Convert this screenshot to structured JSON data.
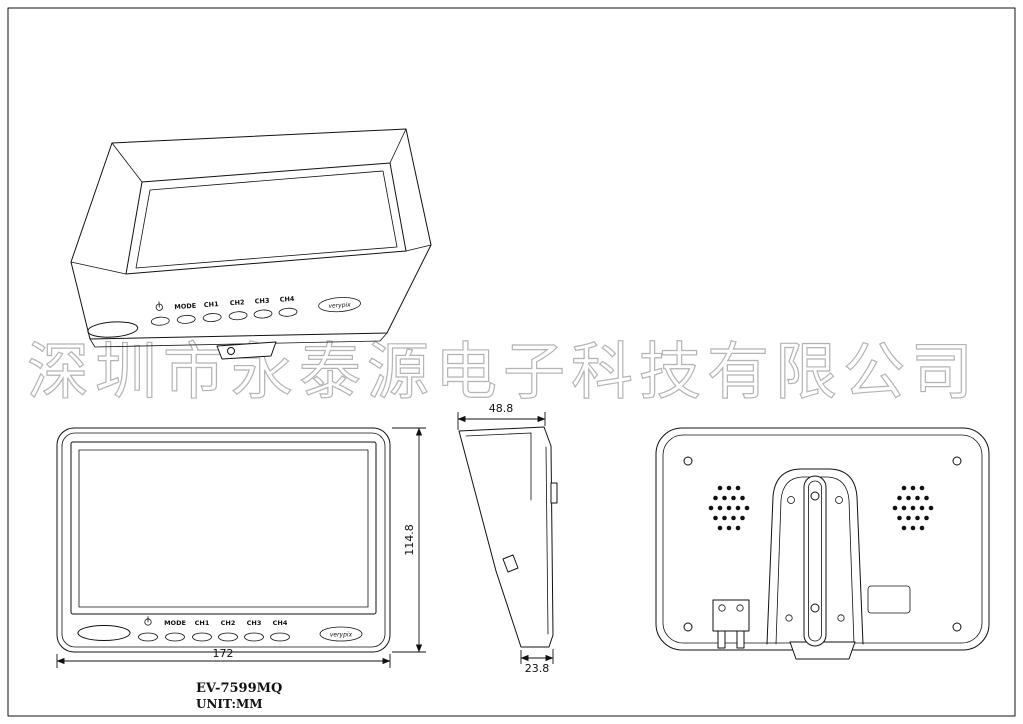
{
  "frame": {
    "watermark": "深圳市永泰源电子科技有限公司"
  },
  "title_block": {
    "model": "EV-7599MQ",
    "unit": "UNIT:MM"
  },
  "dimensions": {
    "front_width": "172",
    "front_height": "114.8",
    "side_depth_top": "48.8",
    "side_depth_bottom": "23.8"
  },
  "front_panel": {
    "buttons": [
      "MODE",
      "CH1",
      "CH2",
      "CH3",
      "CH4"
    ],
    "brand": "verypix"
  }
}
